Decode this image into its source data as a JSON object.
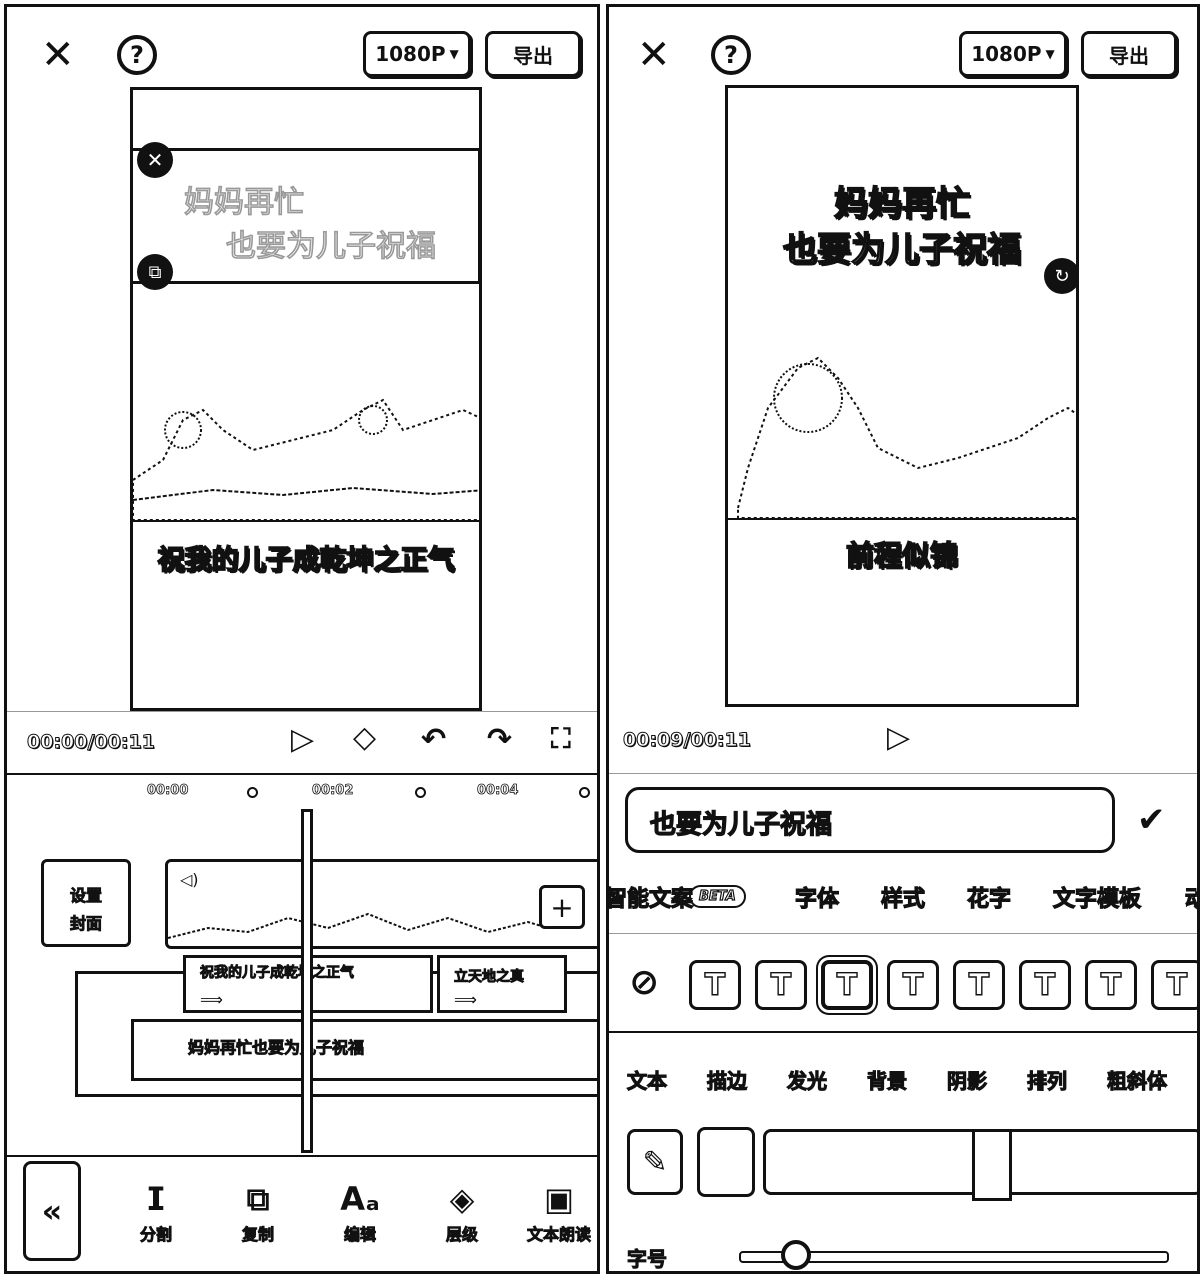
{
  "left": {
    "resolution": "1080P",
    "export_label": "导出",
    "preview": {
      "overlay_line1": "妈妈再忙",
      "overlay_line2": "也要为儿子祝福",
      "caption": "祝我的儿子成乾坤之正气"
    },
    "time": "00:00/00:11",
    "ruler": [
      "00:00",
      "00:02",
      "00:04"
    ],
    "cover_label_1": "设置",
    "cover_label_2": "封面",
    "add_label": "+",
    "track1_clip1": "祝我的儿子成乾坤之正气",
    "track1_clip2": "立天地之真",
    "track2_clip": "妈妈再忙也要为儿子祝福",
    "collapse_label": "«",
    "tools": [
      {
        "icon": "split-icon",
        "glyph": "ⵊ",
        "label": "分割"
      },
      {
        "icon": "copy-icon",
        "glyph": "⧉",
        "label": "复制"
      },
      {
        "icon": "edit-text-icon",
        "glyph": "Aₐ",
        "label": "编辑"
      },
      {
        "icon": "layers-icon",
        "glyph": "◈",
        "label": "层级"
      },
      {
        "icon": "text-read-icon",
        "glyph": "▣",
        "label": "文本朗读"
      }
    ]
  },
  "right": {
    "resolution": "1080P",
    "export_label": "导出",
    "preview": {
      "line1": "妈妈再忙",
      "line2": "也要为儿子祝福",
      "caption": "前程似锦"
    },
    "time": "00:09/00:11",
    "text_input_value": "也要为儿子祝福",
    "tabs": [
      "智能文案",
      "字体",
      "样式",
      "花字",
      "文字模板",
      "动"
    ],
    "beta_badge": "BETA",
    "style_buttons": [
      "T",
      "T",
      "T",
      "T",
      "T",
      "T",
      "T",
      "T"
    ],
    "subtabs": [
      "文本",
      "描边",
      "发光",
      "背景",
      "阴影",
      "排列",
      "粗斜体"
    ],
    "font_size_label": "字号",
    "font_size_fraction": 0.1
  }
}
